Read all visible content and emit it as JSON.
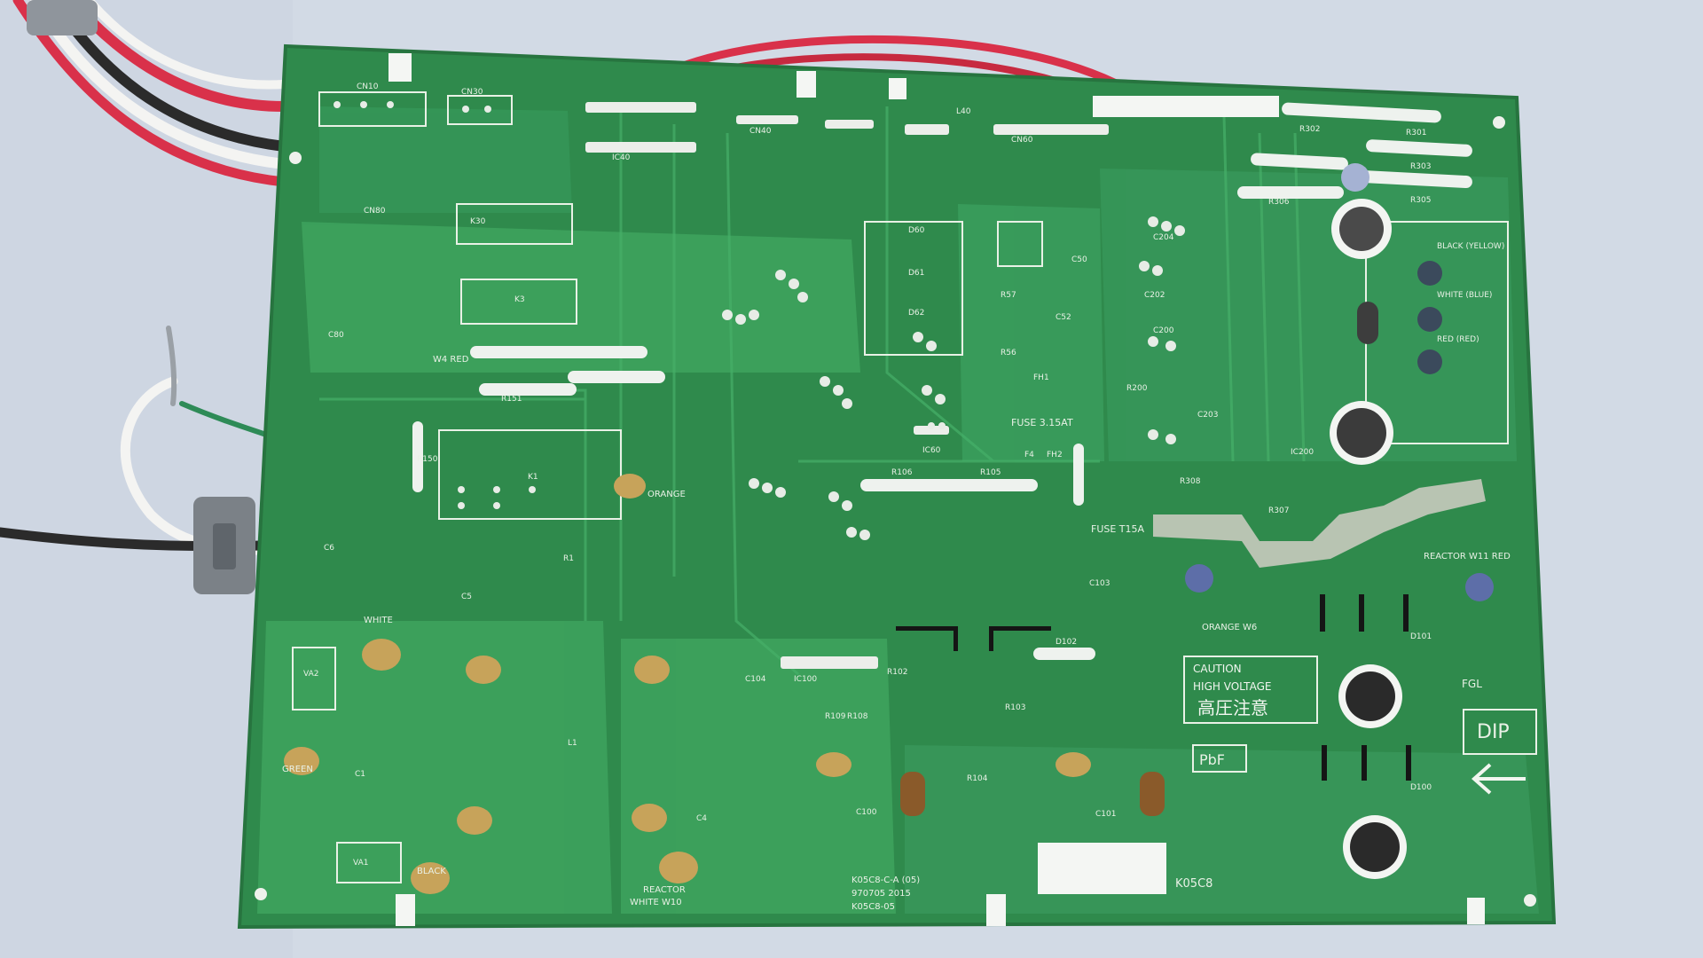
{
  "board": {
    "model_code": "K05C8",
    "lot_lines": [
      "K05C8-C-A (05)",
      "970705 2015",
      "K05C8-05"
    ],
    "caution": "CAUTION",
    "high_voltage": "HIGH VOLTAGE",
    "kanji": "高圧注意",
    "pbf_mark": "PbF",
    "dip_mark": "DIP",
    "fuse_main": "FUSE 3.15AT",
    "fuse_secondary": "FUSE T15A",
    "fgl": "FGL"
  },
  "wire_labels": {
    "w6": "ORANGE W6",
    "reactor_w11": "REACTOR W11 RED",
    "white_w10": "WHITE W10",
    "reactor": "REACTOR",
    "orange_s": "ORANGE",
    "black_yellow": "BLACK (YELLOW)",
    "white_blue": "WHITE (BLUE)",
    "red_red": "RED (RED)",
    "green": "GREEN",
    "black": "BLACK",
    "white": "WHITE",
    "red_w4": "W4 RED"
  },
  "component_refs": [
    "CN10",
    "CN30",
    "CN40",
    "CN60",
    "CN80",
    "IC40",
    "IC60",
    "IC100",
    "IC200",
    "K3",
    "K30",
    "K1",
    "R105",
    "R106",
    "R307",
    "R308",
    "R301",
    "R302",
    "R303",
    "R305",
    "R306",
    "R56",
    "R57",
    "D60",
    "D61",
    "D62",
    "D101",
    "D102",
    "D100",
    "C100",
    "C101",
    "C104",
    "C103",
    "C200",
    "C202",
    "C203",
    "C204",
    "F4",
    "FH1",
    "FH2",
    "L1",
    "L40",
    "VA1",
    "VA2",
    "R104",
    "R102",
    "R103",
    "R108",
    "R109",
    "R150",
    "R151",
    "C80",
    "C6",
    "C5",
    "C1",
    "C4",
    "C50",
    "C52",
    "R1",
    "R200"
  ],
  "colors": {
    "board_green": "#2f8a4c",
    "trace_green": "#3ea35e",
    "silk_white": "#e9f1e6",
    "wire_red": "#d9314a",
    "wire_white": "#f4f4f2",
    "wire_black": "#2b2b2b",
    "background": "#d3dbe6"
  }
}
